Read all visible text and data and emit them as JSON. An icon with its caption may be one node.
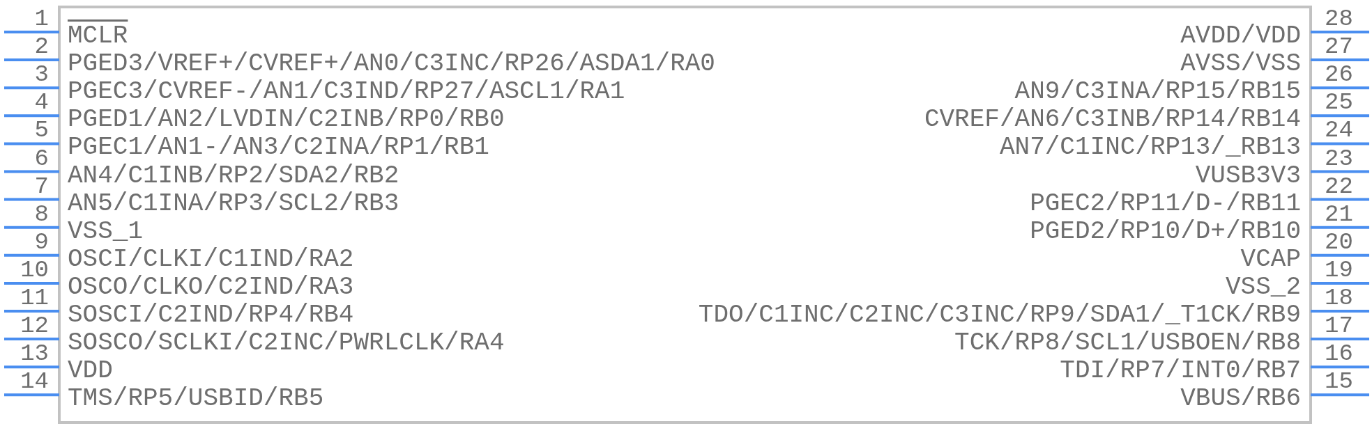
{
  "diagram": {
    "labels": [
      "1",
      "MCLR",
      "2",
      "PGED3/VREF+/CVREF+/AN0/C3INC/RP26/ASDA1/RA0",
      "3",
      "PGEC3/CVREF-/AN1/C3IND/RP27/ASCL1/RA1",
      "4",
      "PGED1/AN2/LVDIN/C2INB/RP0/RB0",
      "5",
      "PGEC1/AN1-/AN3/C2INA/RP1/RB1",
      "6",
      "AN4/C1INB/RP2/SDA2/RB2",
      "7",
      "AN5/C1INA/RP3/SCL2/RB3",
      "8",
      "VSS_1",
      "9",
      "OSCI/CLKI/C1IND/RA2",
      "10",
      "OSCO/CLKO/C2IND/RA3",
      "11",
      "SOSCI/C2IND/RP4/RB4",
      "12",
      "SOSCO/SCLKI/C2INC/PWRLCLK/RA4",
      "13",
      "VDD",
      "14",
      "TMS/RP5/USBID/RB5",
      "28",
      "AVDD/VDD",
      "27",
      "AVSS/VSS",
      "26",
      "AN9/C3INA/RP15/RB15",
      "25",
      "CVREF/AN6/C3INB/RP14/RB14",
      "24",
      "AN7/C1INC/RP13/_RB13",
      "23",
      "VUSB3V3",
      "22",
      "PGEC2/RP11/D-/RB11",
      "21",
      "PGED2/RP10/D+/RB10",
      "20",
      "VCAP",
      "19",
      "VSS_2",
      "18",
      "TDO/C1INC/C2INC/C3INC/RP9/SDA1/_T1CK/RB9",
      "17",
      "TCK/RP8/SCL1/USBOEN/RB8",
      "16",
      "TDI/RP7/INT0/RB7",
      "15",
      "VBUS/RB6"
    ]
  }
}
